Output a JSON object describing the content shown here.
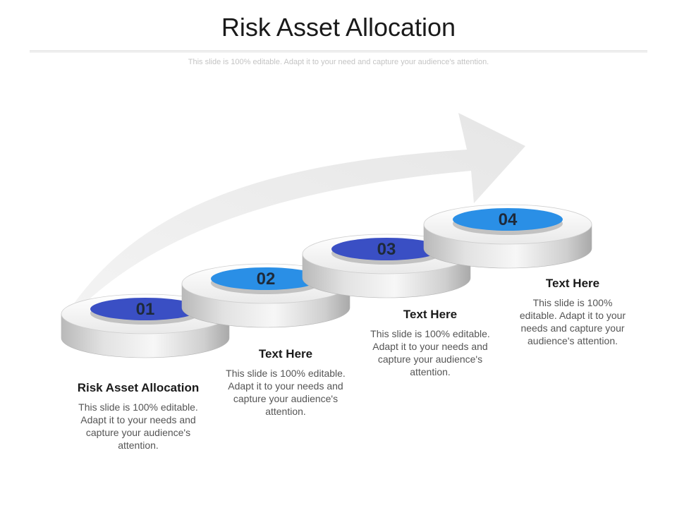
{
  "header": {
    "title": "Risk Asset Allocation",
    "subtitle": "This slide is 100% editable. Adapt it to your need and capture your audience's attention."
  },
  "steps": [
    {
      "number": "01",
      "heading": "Risk Asset Allocation",
      "body": "This slide is 100% editable. Adapt it to your needs and capture your audience's attention.",
      "color": "#3a4fc4"
    },
    {
      "number": "02",
      "heading": "Text Here",
      "body": "This slide is 100% editable. Adapt it to your needs and capture your audience's attention.",
      "color": "#2a8fe6"
    },
    {
      "number": "03",
      "heading": "Text Here",
      "body": "This slide is 100% editable. Adapt it to your needs and capture your audience's attention.",
      "color": "#3a4fc4"
    },
    {
      "number": "04",
      "heading": "Text Here",
      "body": "This slide is 100% editable. Adapt it to your needs and capture your audience's attention.",
      "color": "#2a8fe6"
    }
  ],
  "arrow": {
    "icon": "curved-arrow-icon",
    "color": "#ececec"
  }
}
